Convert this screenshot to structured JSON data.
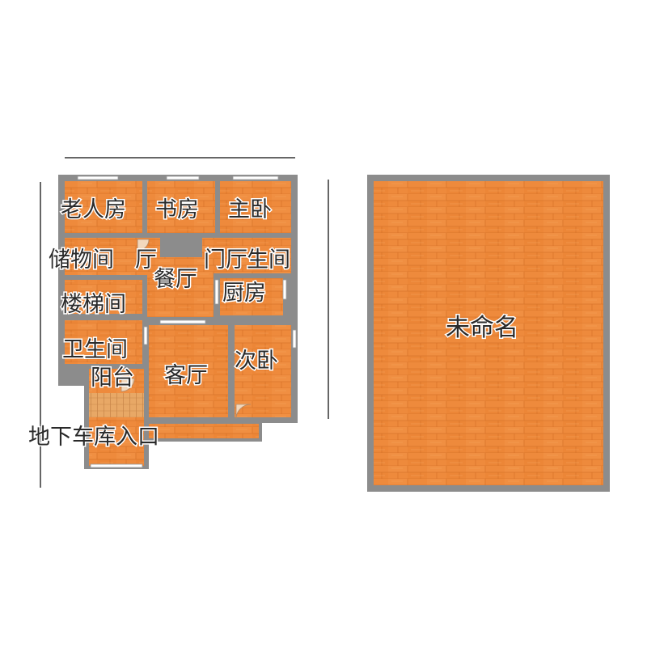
{
  "colors": {
    "floor": "#ee8a3c",
    "floor_dark": "#d9742a",
    "floor_light": "#f49a4c",
    "wall": "#8c8c8c",
    "dimension_line": "#333333",
    "window": "#ffffff",
    "door": "#e9c9a6"
  },
  "rooms": {
    "elderly_room": "老人房",
    "study": "书房",
    "master_bedroom": "主卧",
    "storage_room": "储物间",
    "hall": "厅",
    "dining_room": "餐厅",
    "entrance_hall": "门厅",
    "bathroom_1": "生间",
    "kitchen": "厨房",
    "stairwell": "楼梯间",
    "bathroom_2": "卫生间",
    "balcony": "阳台",
    "living_room": "客厅",
    "second_bedroom": "次卧",
    "garage_entrance": "地下车库入口",
    "unnamed": "未命名"
  }
}
